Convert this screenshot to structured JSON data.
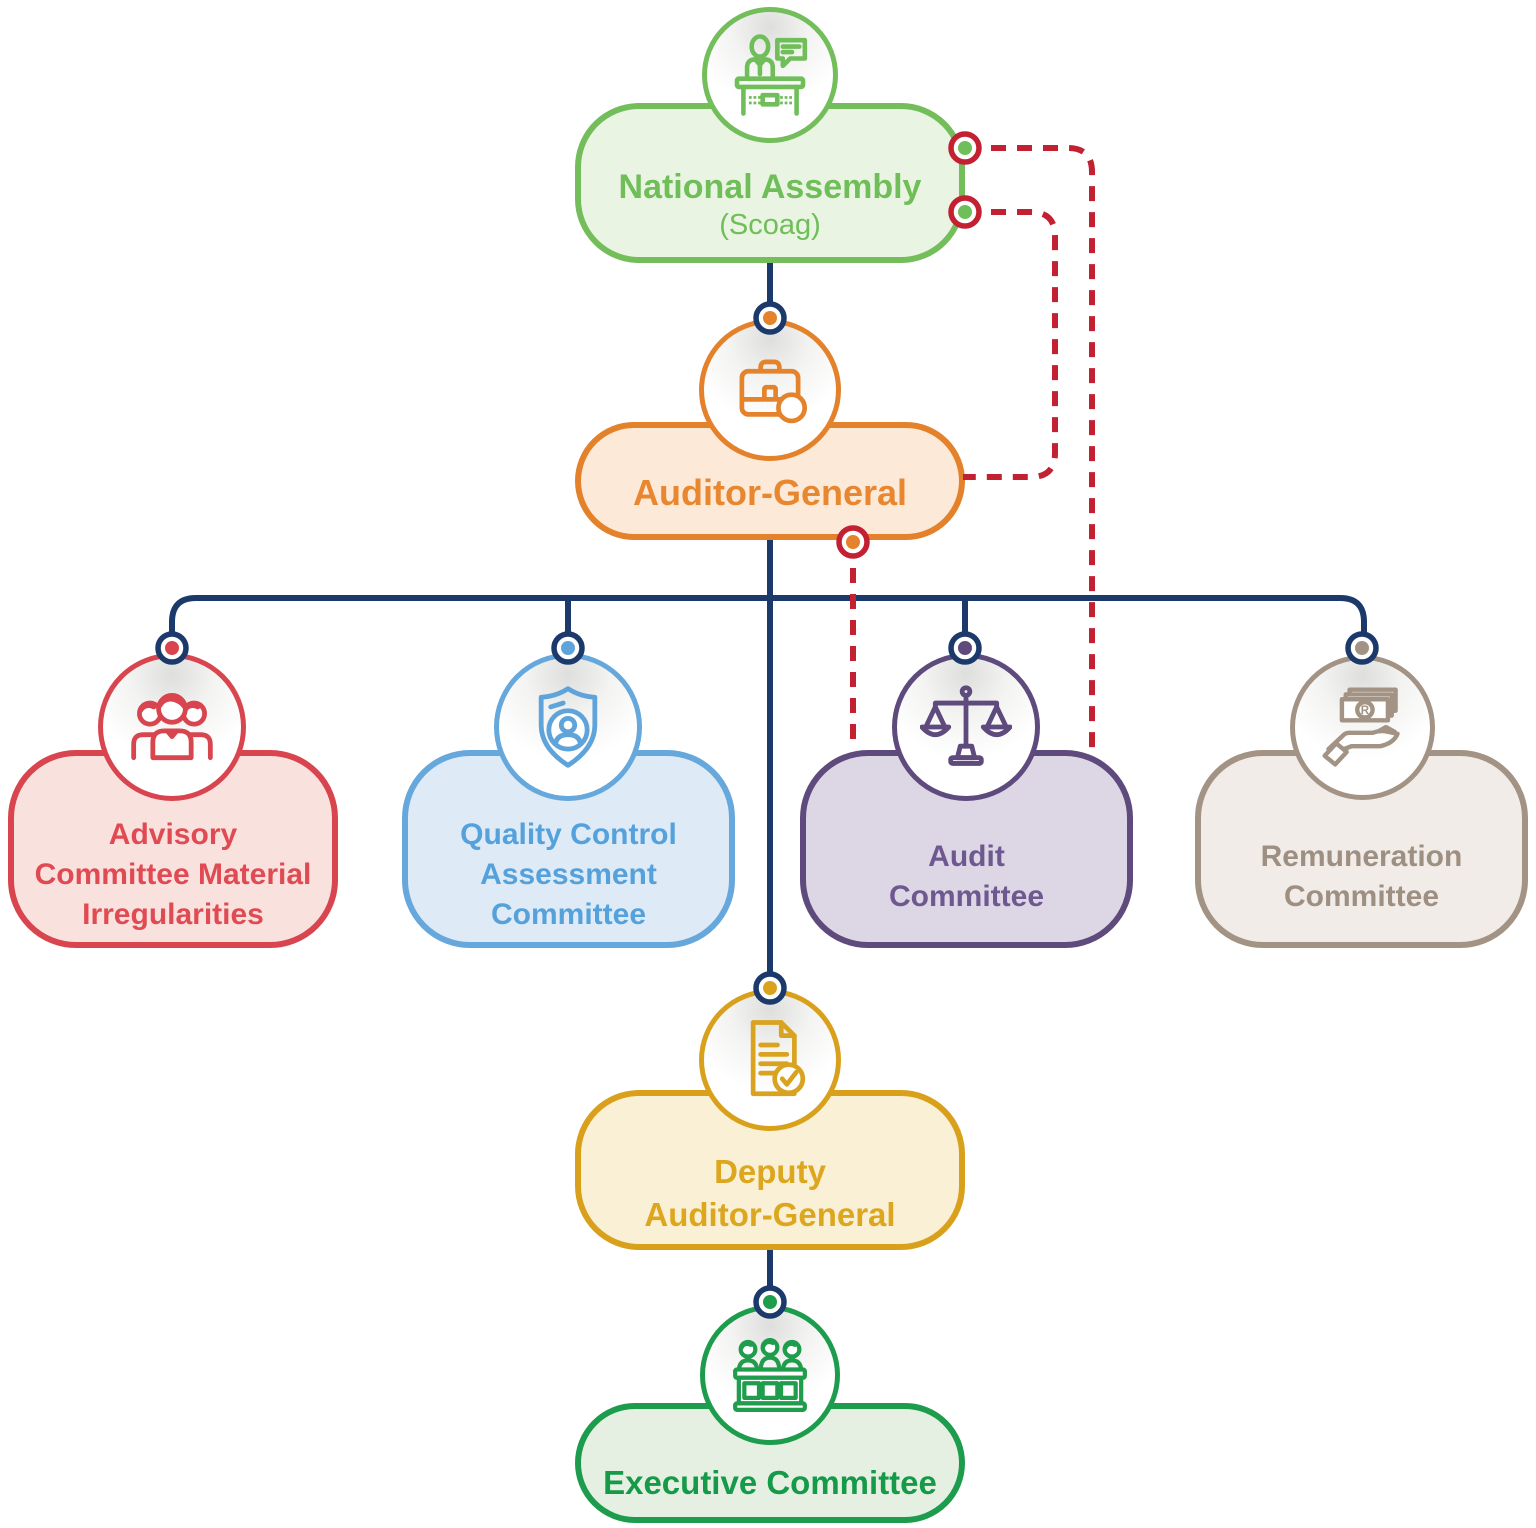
{
  "diagram": {
    "type": "org-chart",
    "background": "#ffffff",
    "palette": {
      "solid_line_navy": "#1b3a6b",
      "dashed_line_red": "#c32032",
      "green": "#73be5b",
      "orange": "#e4812b",
      "red": "#d8454f",
      "blue": "#66a7dc",
      "purple": "#5e4a7c",
      "taupe": "#a39384",
      "gold": "#d9a01c",
      "dark_green": "#1d9c4d"
    },
    "nodes": {
      "national_assembly": {
        "line1": "National Assembly",
        "line2": "(Scoag)",
        "color": "#73be5b",
        "fill": "#eaf4e3",
        "icon": "podium-speech-icon"
      },
      "auditor_general": {
        "line1": "Auditor-General",
        "color": "#e4812b",
        "fill": "#fce9d8",
        "icon": "briefcase-magnifier-icon"
      },
      "advisory": {
        "line1": "Advisory",
        "line2": "Committee Material",
        "line3": "Irregularities",
        "color": "#d8454f",
        "fill": "#f9e1de",
        "icon": "people-group-icon"
      },
      "quality": {
        "line1": "Quality Control",
        "line2": "Assessment",
        "line3": "Committee",
        "color": "#66a7dc",
        "fill": "#deebf6",
        "icon": "shield-person-icon"
      },
      "audit": {
        "line1": "Audit",
        "line2": "Committee",
        "color": "#5e4a7c",
        "fill": "#ddd6e4",
        "icon": "scales-icon"
      },
      "remuneration": {
        "line1": "Remuneration",
        "line2": "Committee",
        "color": "#a39384",
        "fill": "#f1ece7",
        "icon": "money-hand-icon",
        "currency_symbol": "R"
      },
      "deputy": {
        "line1": "Deputy",
        "line2": "Auditor-General",
        "color": "#d9a01c",
        "fill": "#faf0d6",
        "icon": "document-check-icon"
      },
      "executive": {
        "line1": "Executive Committee",
        "color": "#1d9c4d",
        "fill": "#e6f0e2",
        "icon": "committee-bench-icon"
      }
    },
    "edges": [
      {
        "from": "national_assembly",
        "to": "auditor_general",
        "style": "solid"
      },
      {
        "from": "auditor_general",
        "to": "advisory",
        "style": "solid"
      },
      {
        "from": "auditor_general",
        "to": "quality",
        "style": "solid"
      },
      {
        "from": "auditor_general",
        "to": "audit",
        "style": "solid"
      },
      {
        "from": "auditor_general",
        "to": "remuneration",
        "style": "solid"
      },
      {
        "from": "auditor_general",
        "to": "deputy",
        "style": "solid"
      },
      {
        "from": "deputy",
        "to": "executive",
        "style": "solid"
      },
      {
        "from": "national_assembly",
        "to": "auditor_general",
        "style": "dashed"
      },
      {
        "from": "national_assembly",
        "to": "audit",
        "style": "dashed"
      },
      {
        "from": "auditor_general",
        "to": "audit",
        "style": "dashed"
      }
    ]
  }
}
